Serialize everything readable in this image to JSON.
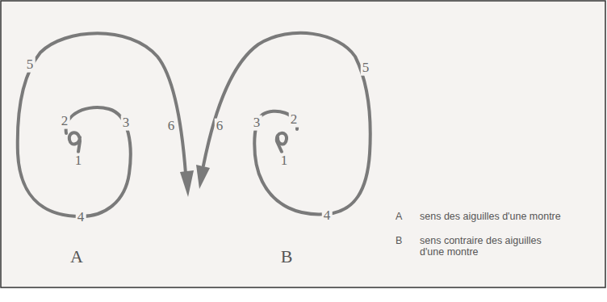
{
  "diagram": {
    "labels": [
      "1",
      "2",
      "3",
      "4",
      "5",
      "6",
      "A",
      "1",
      "2",
      "3",
      "4",
      "5",
      "6",
      "B",
      "A",
      "sens des aiguilles d'une montre",
      "B",
      "sens contraire des aiguilles d'une montre"
    ]
  }
}
